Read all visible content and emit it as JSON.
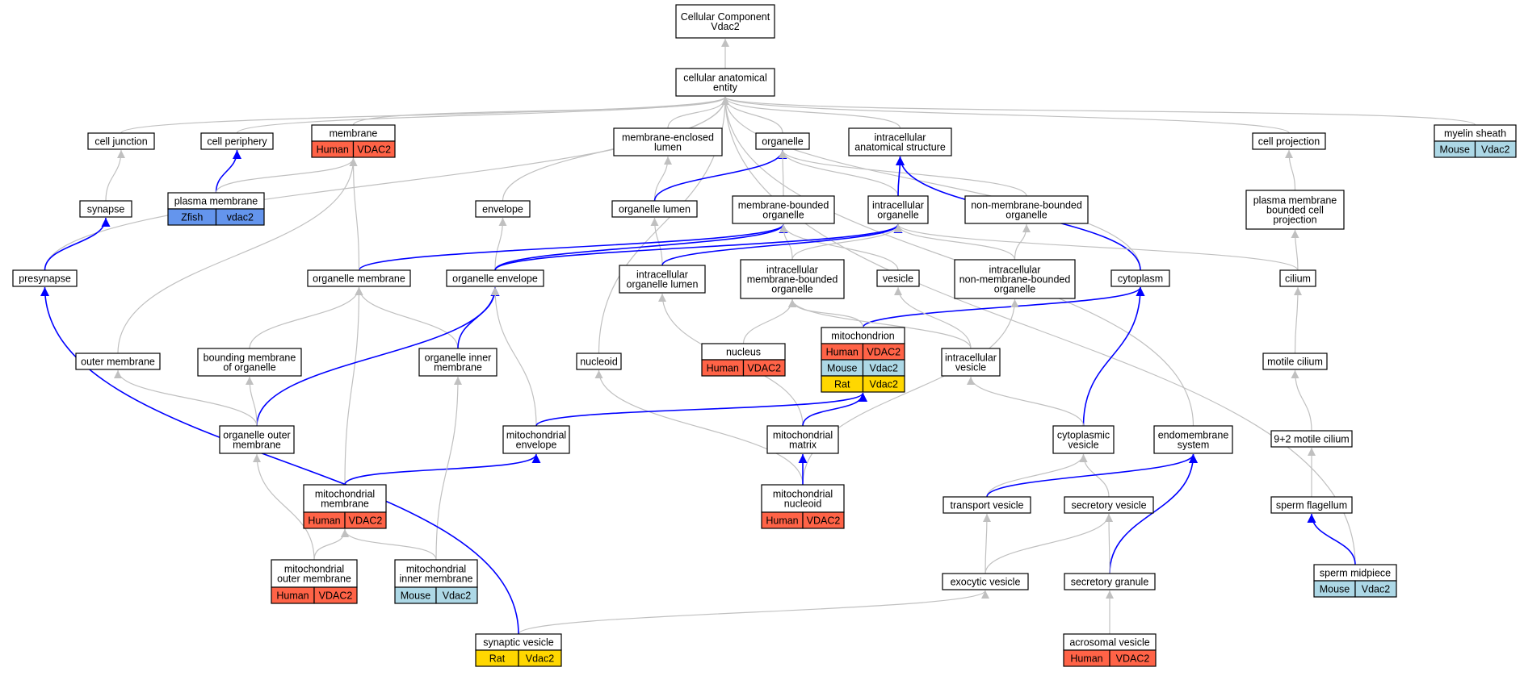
{
  "colors": {
    "gray_edge": "#c0c0c0",
    "blue_edge": "#0000ff",
    "human": "#ff6347",
    "mouse": "#add8e6",
    "rat": "#ffd700",
    "zfish": "#6495ed",
    "node_border": "#000000",
    "node_fill": "#ffffff"
  },
  "nodes": [
    {
      "id": "root",
      "lines": [
        "Cellular Component",
        "Vdac2"
      ]
    },
    {
      "id": "cae",
      "lines": [
        "cellular anatomical",
        "entity"
      ]
    },
    {
      "id": "cell_junction",
      "lines": [
        "cell junction"
      ]
    },
    {
      "id": "cell_periphery",
      "lines": [
        "cell periphery"
      ]
    },
    {
      "id": "membrane",
      "lines": [
        "membrane"
      ],
      "annot": [
        {
          "species": "Human",
          "gene": "VDAC2"
        }
      ]
    },
    {
      "id": "mel_lumen",
      "lines": [
        "membrane-enclosed",
        "lumen"
      ]
    },
    {
      "id": "organelle",
      "lines": [
        "organelle"
      ]
    },
    {
      "id": "ias",
      "lines": [
        "intracellular",
        "anatomical structure"
      ]
    },
    {
      "id": "cell_projection",
      "lines": [
        "cell projection"
      ]
    },
    {
      "id": "myelin",
      "lines": [
        "myelin sheath"
      ],
      "annot": [
        {
          "species": "Mouse",
          "gene": "Vdac2"
        }
      ]
    },
    {
      "id": "synapse",
      "lines": [
        "synapse"
      ]
    },
    {
      "id": "plasma_membrane",
      "lines": [
        "plasma membrane"
      ],
      "annot": [
        {
          "species": "Zfish",
          "gene": "vdac2"
        }
      ]
    },
    {
      "id": "envelope",
      "lines": [
        "envelope"
      ]
    },
    {
      "id": "org_lumen",
      "lines": [
        "organelle lumen"
      ]
    },
    {
      "id": "mbo",
      "lines": [
        "membrane-bounded",
        "organelle"
      ]
    },
    {
      "id": "io",
      "lines": [
        "intracellular",
        "organelle"
      ]
    },
    {
      "id": "nmbo",
      "lines": [
        "non-membrane-bounded",
        "organelle"
      ]
    },
    {
      "id": "pmbcp",
      "lines": [
        "plasma membrane",
        "bounded cell",
        "projection"
      ]
    },
    {
      "id": "presynapse",
      "lines": [
        "presynapse"
      ]
    },
    {
      "id": "org_membrane",
      "lines": [
        "organelle membrane"
      ]
    },
    {
      "id": "org_envelope",
      "lines": [
        "organelle envelope"
      ]
    },
    {
      "id": "iol",
      "lines": [
        "intracellular",
        "organelle lumen"
      ]
    },
    {
      "id": "imbo",
      "lines": [
        "intracellular",
        "membrane-bounded",
        "organelle"
      ]
    },
    {
      "id": "vesicle",
      "lines": [
        "vesicle"
      ]
    },
    {
      "id": "inmbo",
      "lines": [
        "intracellular",
        "non-membrane-bounded",
        "organelle"
      ]
    },
    {
      "id": "cytoplasm",
      "lines": [
        "cytoplasm"
      ]
    },
    {
      "id": "cilium",
      "lines": [
        "cilium"
      ]
    },
    {
      "id": "nucleus",
      "lines": [
        "nucleus"
      ],
      "annot": [
        {
          "species": "Human",
          "gene": "VDAC2"
        }
      ]
    },
    {
      "id": "mito",
      "lines": [
        "mitochondrion"
      ],
      "annot": [
        {
          "species": "Human",
          "gene": "VDAC2"
        },
        {
          "species": "Mouse",
          "gene": "Vdac2"
        },
        {
          "species": "Rat",
          "gene": "Vdac2"
        }
      ]
    },
    {
      "id": "outer_membrane",
      "lines": [
        "outer membrane"
      ]
    },
    {
      "id": "bmo",
      "lines": [
        "bounding membrane",
        "of organelle"
      ]
    },
    {
      "id": "oim",
      "lines": [
        "organelle inner",
        "membrane"
      ]
    },
    {
      "id": "nucleoid",
      "lines": [
        "nucleoid"
      ]
    },
    {
      "id": "ic_vesicle",
      "lines": [
        "intracellular",
        "vesicle"
      ]
    },
    {
      "id": "motile_cilium",
      "lines": [
        "motile cilium"
      ]
    },
    {
      "id": "oom",
      "lines": [
        "organelle outer",
        "membrane"
      ]
    },
    {
      "id": "mito_env",
      "lines": [
        "mitochondrial",
        "envelope"
      ]
    },
    {
      "id": "mito_matrix",
      "lines": [
        "mitochondrial",
        "matrix"
      ]
    },
    {
      "id": "cyto_vesicle",
      "lines": [
        "cytoplasmic",
        "vesicle"
      ]
    },
    {
      "id": "endomembrane",
      "lines": [
        "endomembrane",
        "system"
      ]
    },
    {
      "id": "c92",
      "lines": [
        "9+2 motile cilium"
      ]
    },
    {
      "id": "mito_membrane",
      "lines": [
        "mitochondrial",
        "membrane"
      ],
      "annot": [
        {
          "species": "Human",
          "gene": "VDAC2"
        }
      ]
    },
    {
      "id": "mito_nucleoid",
      "lines": [
        "mitochondrial",
        "nucleoid"
      ],
      "annot": [
        {
          "species": "Human",
          "gene": "VDAC2"
        }
      ]
    },
    {
      "id": "transport_vesicle",
      "lines": [
        "transport vesicle"
      ]
    },
    {
      "id": "secretory_vesicle",
      "lines": [
        "secretory vesicle"
      ]
    },
    {
      "id": "sperm_flagellum",
      "lines": [
        "sperm flagellum"
      ]
    },
    {
      "id": "mom",
      "lines": [
        "mitochondrial",
        "outer membrane"
      ],
      "annot": [
        {
          "species": "Human",
          "gene": "VDAC2"
        }
      ]
    },
    {
      "id": "mim",
      "lines": [
        "mitochondrial",
        "inner membrane"
      ],
      "annot": [
        {
          "species": "Mouse",
          "gene": "Vdac2"
        }
      ]
    },
    {
      "id": "exocytic_vesicle",
      "lines": [
        "exocytic vesicle"
      ]
    },
    {
      "id": "secretory_granule",
      "lines": [
        "secretory granule"
      ]
    },
    {
      "id": "sperm_midpiece",
      "lines": [
        "sperm midpiece"
      ],
      "annot": [
        {
          "species": "Mouse",
          "gene": "Vdac2"
        }
      ]
    },
    {
      "id": "synaptic_vesicle",
      "lines": [
        "synaptic vesicle"
      ],
      "annot": [
        {
          "species": "Rat",
          "gene": "Vdac2"
        }
      ]
    },
    {
      "id": "acrosomal_vesicle",
      "lines": [
        "acrosomal vesicle"
      ],
      "annot": [
        {
          "species": "Human",
          "gene": "VDAC2"
        }
      ]
    }
  ],
  "edges": [
    {
      "from": "cae",
      "to": "root",
      "kind": "gray"
    },
    {
      "from": "cell_junction",
      "to": "cae",
      "kind": "gray"
    },
    {
      "from": "cell_periphery",
      "to": "cae",
      "kind": "gray"
    },
    {
      "from": "membrane",
      "to": "cae",
      "kind": "gray"
    },
    {
      "from": "mel_lumen",
      "to": "cae",
      "kind": "gray"
    },
    {
      "from": "organelle",
      "to": "cae",
      "kind": "gray"
    },
    {
      "from": "ias",
      "to": "cae",
      "kind": "gray"
    },
    {
      "from": "cell_projection",
      "to": "cae",
      "kind": "gray"
    },
    {
      "from": "myelin",
      "to": "cae",
      "kind": "gray"
    },
    {
      "from": "presynapse",
      "to": "cae",
      "kind": "gray"
    },
    {
      "from": "envelope",
      "to": "cae",
      "kind": "gray"
    },
    {
      "from": "nucleoid",
      "to": "cae",
      "kind": "gray"
    },
    {
      "from": "cytoplasm",
      "to": "cae",
      "kind": "gray"
    },
    {
      "from": "endomembrane",
      "to": "cae",
      "kind": "gray"
    },
    {
      "from": "sperm_midpiece",
      "to": "cae",
      "kind": "gray"
    },
    {
      "from": "synapse",
      "to": "cell_junction",
      "kind": "gray"
    },
    {
      "from": "plasma_membrane",
      "to": "cell_periphery",
      "kind": "blue"
    },
    {
      "from": "plasma_membrane",
      "to": "membrane",
      "kind": "gray"
    },
    {
      "from": "org_lumen",
      "to": "mel_lumen",
      "kind": "gray"
    },
    {
      "from": "org_lumen",
      "to": "organelle",
      "kind": "blue"
    },
    {
      "from": "mbo",
      "to": "organelle",
      "kind": "gray"
    },
    {
      "from": "io",
      "to": "organelle",
      "kind": "gray"
    },
    {
      "from": "nmbo",
      "to": "organelle",
      "kind": "gray"
    },
    {
      "from": "io",
      "to": "ias",
      "kind": "blue"
    },
    {
      "from": "cytoplasm",
      "to": "ias",
      "kind": "blue"
    },
    {
      "from": "pmbcp",
      "to": "cell_projection",
      "kind": "gray"
    },
    {
      "from": "presynapse",
      "to": "synapse",
      "kind": "blue"
    },
    {
      "from": "org_envelope",
      "to": "envelope",
      "kind": "gray"
    },
    {
      "from": "iol",
      "to": "org_lumen",
      "kind": "gray"
    },
    {
      "from": "org_membrane",
      "to": "mbo",
      "kind": "blue"
    },
    {
      "from": "org_envelope",
      "to": "mbo",
      "kind": "blue"
    },
    {
      "from": "imbo",
      "to": "mbo",
      "kind": "gray"
    },
    {
      "from": "vesicle",
      "to": "mbo",
      "kind": "gray"
    },
    {
      "from": "org_envelope",
      "to": "io",
      "kind": "blue"
    },
    {
      "from": "iol",
      "to": "io",
      "kind": "blue"
    },
    {
      "from": "imbo",
      "to": "io",
      "kind": "gray"
    },
    {
      "from": "inmbo",
      "to": "io",
      "kind": "gray"
    },
    {
      "from": "cilium",
      "to": "io",
      "kind": "gray"
    },
    {
      "from": "inmbo",
      "to": "nmbo",
      "kind": "gray"
    },
    {
      "from": "cilium",
      "to": "pmbcp",
      "kind": "gray"
    },
    {
      "from": "org_membrane",
      "to": "membrane",
      "kind": "gray"
    },
    {
      "from": "outer_membrane",
      "to": "membrane",
      "kind": "gray"
    },
    {
      "from": "mito",
      "to": "cytoplasm",
      "kind": "blue"
    },
    {
      "from": "cyto_vesicle",
      "to": "cytoplasm",
      "kind": "blue"
    },
    {
      "from": "nucleus",
      "to": "imbo",
      "kind": "gray"
    },
    {
      "from": "mito",
      "to": "imbo",
      "kind": "gray"
    },
    {
      "from": "ic_vesicle",
      "to": "imbo",
      "kind": "gray"
    },
    {
      "from": "ic_vesicle",
      "to": "vesicle",
      "kind": "gray"
    },
    {
      "from": "mito_matrix",
      "to": "iol",
      "kind": "gray"
    },
    {
      "from": "mito_nucleoid",
      "to": "inmbo",
      "kind": "gray"
    },
    {
      "from": "bmo",
      "to": "org_membrane",
      "kind": "gray"
    },
    {
      "from": "oim",
      "to": "org_membrane",
      "kind": "gray"
    },
    {
      "from": "mito_membrane",
      "to": "org_membrane",
      "kind": "gray"
    },
    {
      "from": "oim",
      "to": "org_envelope",
      "kind": "blue"
    },
    {
      "from": "oom",
      "to": "org_envelope",
      "kind": "blue"
    },
    {
      "from": "mito_env",
      "to": "org_envelope",
      "kind": "gray"
    },
    {
      "from": "motile_cilium",
      "to": "cilium",
      "kind": "gray"
    },
    {
      "from": "oom",
      "to": "outer_membrane",
      "kind": "gray"
    },
    {
      "from": "oom",
      "to": "bmo",
      "kind": "gray"
    },
    {
      "from": "mito_nucleoid",
      "to": "nucleoid",
      "kind": "gray"
    },
    {
      "from": "cyto_vesicle",
      "to": "ic_vesicle",
      "kind": "gray"
    },
    {
      "from": "c92",
      "to": "motile_cilium",
      "kind": "gray"
    },
    {
      "from": "mito_env",
      "to": "mito",
      "kind": "blue"
    },
    {
      "from": "mito_matrix",
      "to": "mito",
      "kind": "blue"
    },
    {
      "from": "mito_nucleoid",
      "to": "mito_matrix",
      "kind": "blue"
    },
    {
      "from": "mito_membrane",
      "to": "mito_env",
      "kind": "blue"
    },
    {
      "from": "transport_vesicle",
      "to": "cyto_vesicle",
      "kind": "gray"
    },
    {
      "from": "secretory_vesicle",
      "to": "cyto_vesicle",
      "kind": "gray"
    },
    {
      "from": "transport_vesicle",
      "to": "endomembrane",
      "kind": "blue"
    },
    {
      "from": "secretory_granule",
      "to": "endomembrane",
      "kind": "blue"
    },
    {
      "from": "sperm_flagellum",
      "to": "c92",
      "kind": "gray"
    },
    {
      "from": "mom",
      "to": "oom",
      "kind": "gray"
    },
    {
      "from": "mom",
      "to": "mito_membrane",
      "kind": "gray"
    },
    {
      "from": "mim",
      "to": "mito_membrane",
      "kind": "gray"
    },
    {
      "from": "mim",
      "to": "oim",
      "kind": "gray"
    },
    {
      "from": "exocytic_vesicle",
      "to": "transport_vesicle",
      "kind": "gray"
    },
    {
      "from": "exocytic_vesicle",
      "to": "secretory_vesicle",
      "kind": "gray"
    },
    {
      "from": "secretory_granule",
      "to": "secretory_vesicle",
      "kind": "gray"
    },
    {
      "from": "sperm_midpiece",
      "to": "sperm_flagellum",
      "kind": "blue"
    },
    {
      "from": "synaptic_vesicle",
      "to": "exocytic_vesicle",
      "kind": "gray"
    },
    {
      "from": "synaptic_vesicle",
      "to": "presynapse",
      "kind": "blue"
    },
    {
      "from": "acrosomal_vesicle",
      "to": "secretory_granule",
      "kind": "gray"
    }
  ]
}
